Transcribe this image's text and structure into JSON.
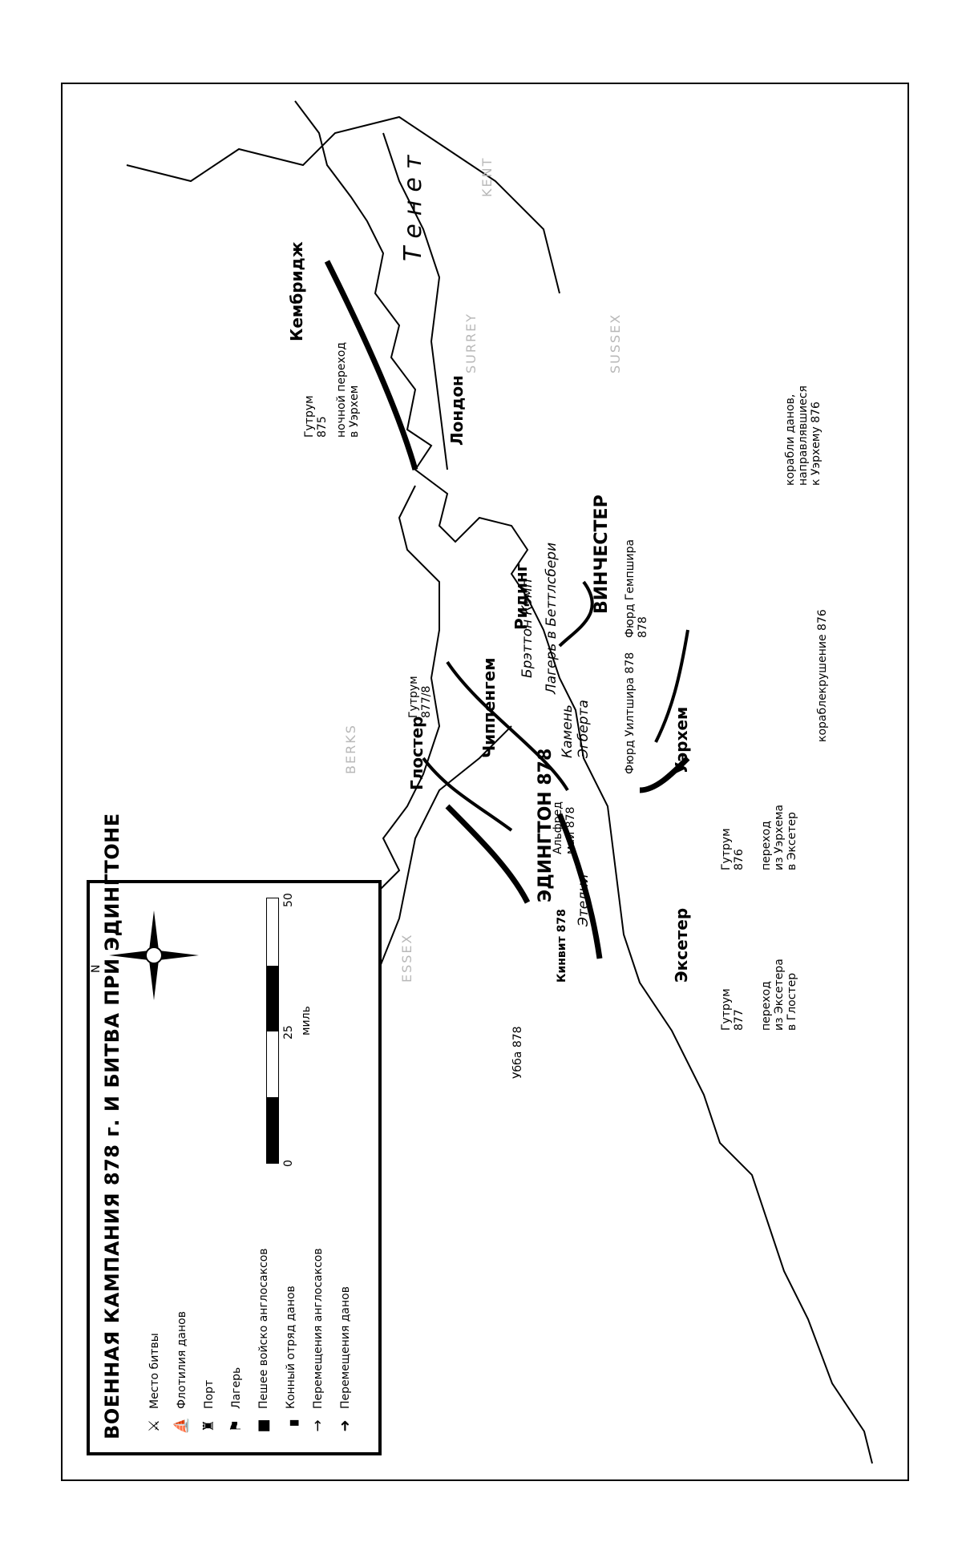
{
  "map": {
    "title": "ВОЕННАЯ КАМПАНИЯ 878 г. И БИТВА ПРИ ЭДИНГТОНЕ",
    "legend": [
      {
        "icon": "battle-icon",
        "label": "Место битвы"
      },
      {
        "icon": "fleet-icon",
        "label": "Флотилия данов"
      },
      {
        "icon": "port-icon",
        "label": "Порт"
      },
      {
        "icon": "camp-icon",
        "label": "Лагерь"
      },
      {
        "icon": "infantry-icon",
        "label": "Пешее войско англосаксов"
      },
      {
        "icon": "cavalry-icon",
        "label": "Конный отряд данов"
      },
      {
        "icon": "saxon-move-icon",
        "label": "Перемещения англосаксов"
      },
      {
        "icon": "dane-move-icon",
        "label": "Перемещения данов"
      }
    ],
    "scale": {
      "ticks": [
        "0",
        "25",
        "50"
      ],
      "unit": "миль"
    },
    "compass": {
      "north": "N"
    },
    "sea": "Тенет",
    "cities": {
      "cambridge": "Кембридж",
      "london": "Лондон",
      "reading": "Ридинг",
      "winchester": "ВИНЧЕСТЕР",
      "chippenham": "Чиппенгем",
      "gloucester": "Глостер",
      "edington": "ЭДИНГТОН 878",
      "wareham": "Уэрхем",
      "exeter": "Эксетер"
    },
    "annotations": {
      "guthrum_875": [
        "Гутрум",
        "875"
      ],
      "night_march": [
        "ночной переход",
        "в Уэрхем"
      ],
      "guthrum_8778": [
        "Гутрум",
        "877/8"
      ],
      "bratton_camp": "Брэттон Кэмп",
      "battlesbury_camp": "Лагерь в Беттлсбери",
      "egbert_stone": [
        "Камень",
        "Эгберта"
      ],
      "hampshire_fyrd": [
        "Фюрд Гемпшира",
        "878"
      ],
      "wiltshire_fyrd": "Фюрд Уилтшира 878",
      "alfred_may": [
        "Альфред",
        "май 878"
      ],
      "athelney": "Этелни",
      "cynwit": "Кинвит 878",
      "ubba": "Уббa 878",
      "guthrum_876": [
        "Гутрум",
        "876"
      ],
      "wareham_exeter": [
        "переход",
        "из Уэрхема",
        "в Эксетер"
      ],
      "guthrum_877": [
        "Гутрум",
        "877"
      ],
      "exeter_glos": [
        "переход",
        "из Эксетера",
        "в Глостер"
      ],
      "dane_ships": [
        "корабли данов,",
        "направлявшиеся",
        "к Уэрхему 876"
      ],
      "shipwreck": "кораблекрушение 876"
    },
    "regions": {
      "kent": "KENT",
      "surrey": "SURREY",
      "sussex": "SUSSEX",
      "essex": "ESSEX",
      "berks": "BERKS"
    }
  }
}
